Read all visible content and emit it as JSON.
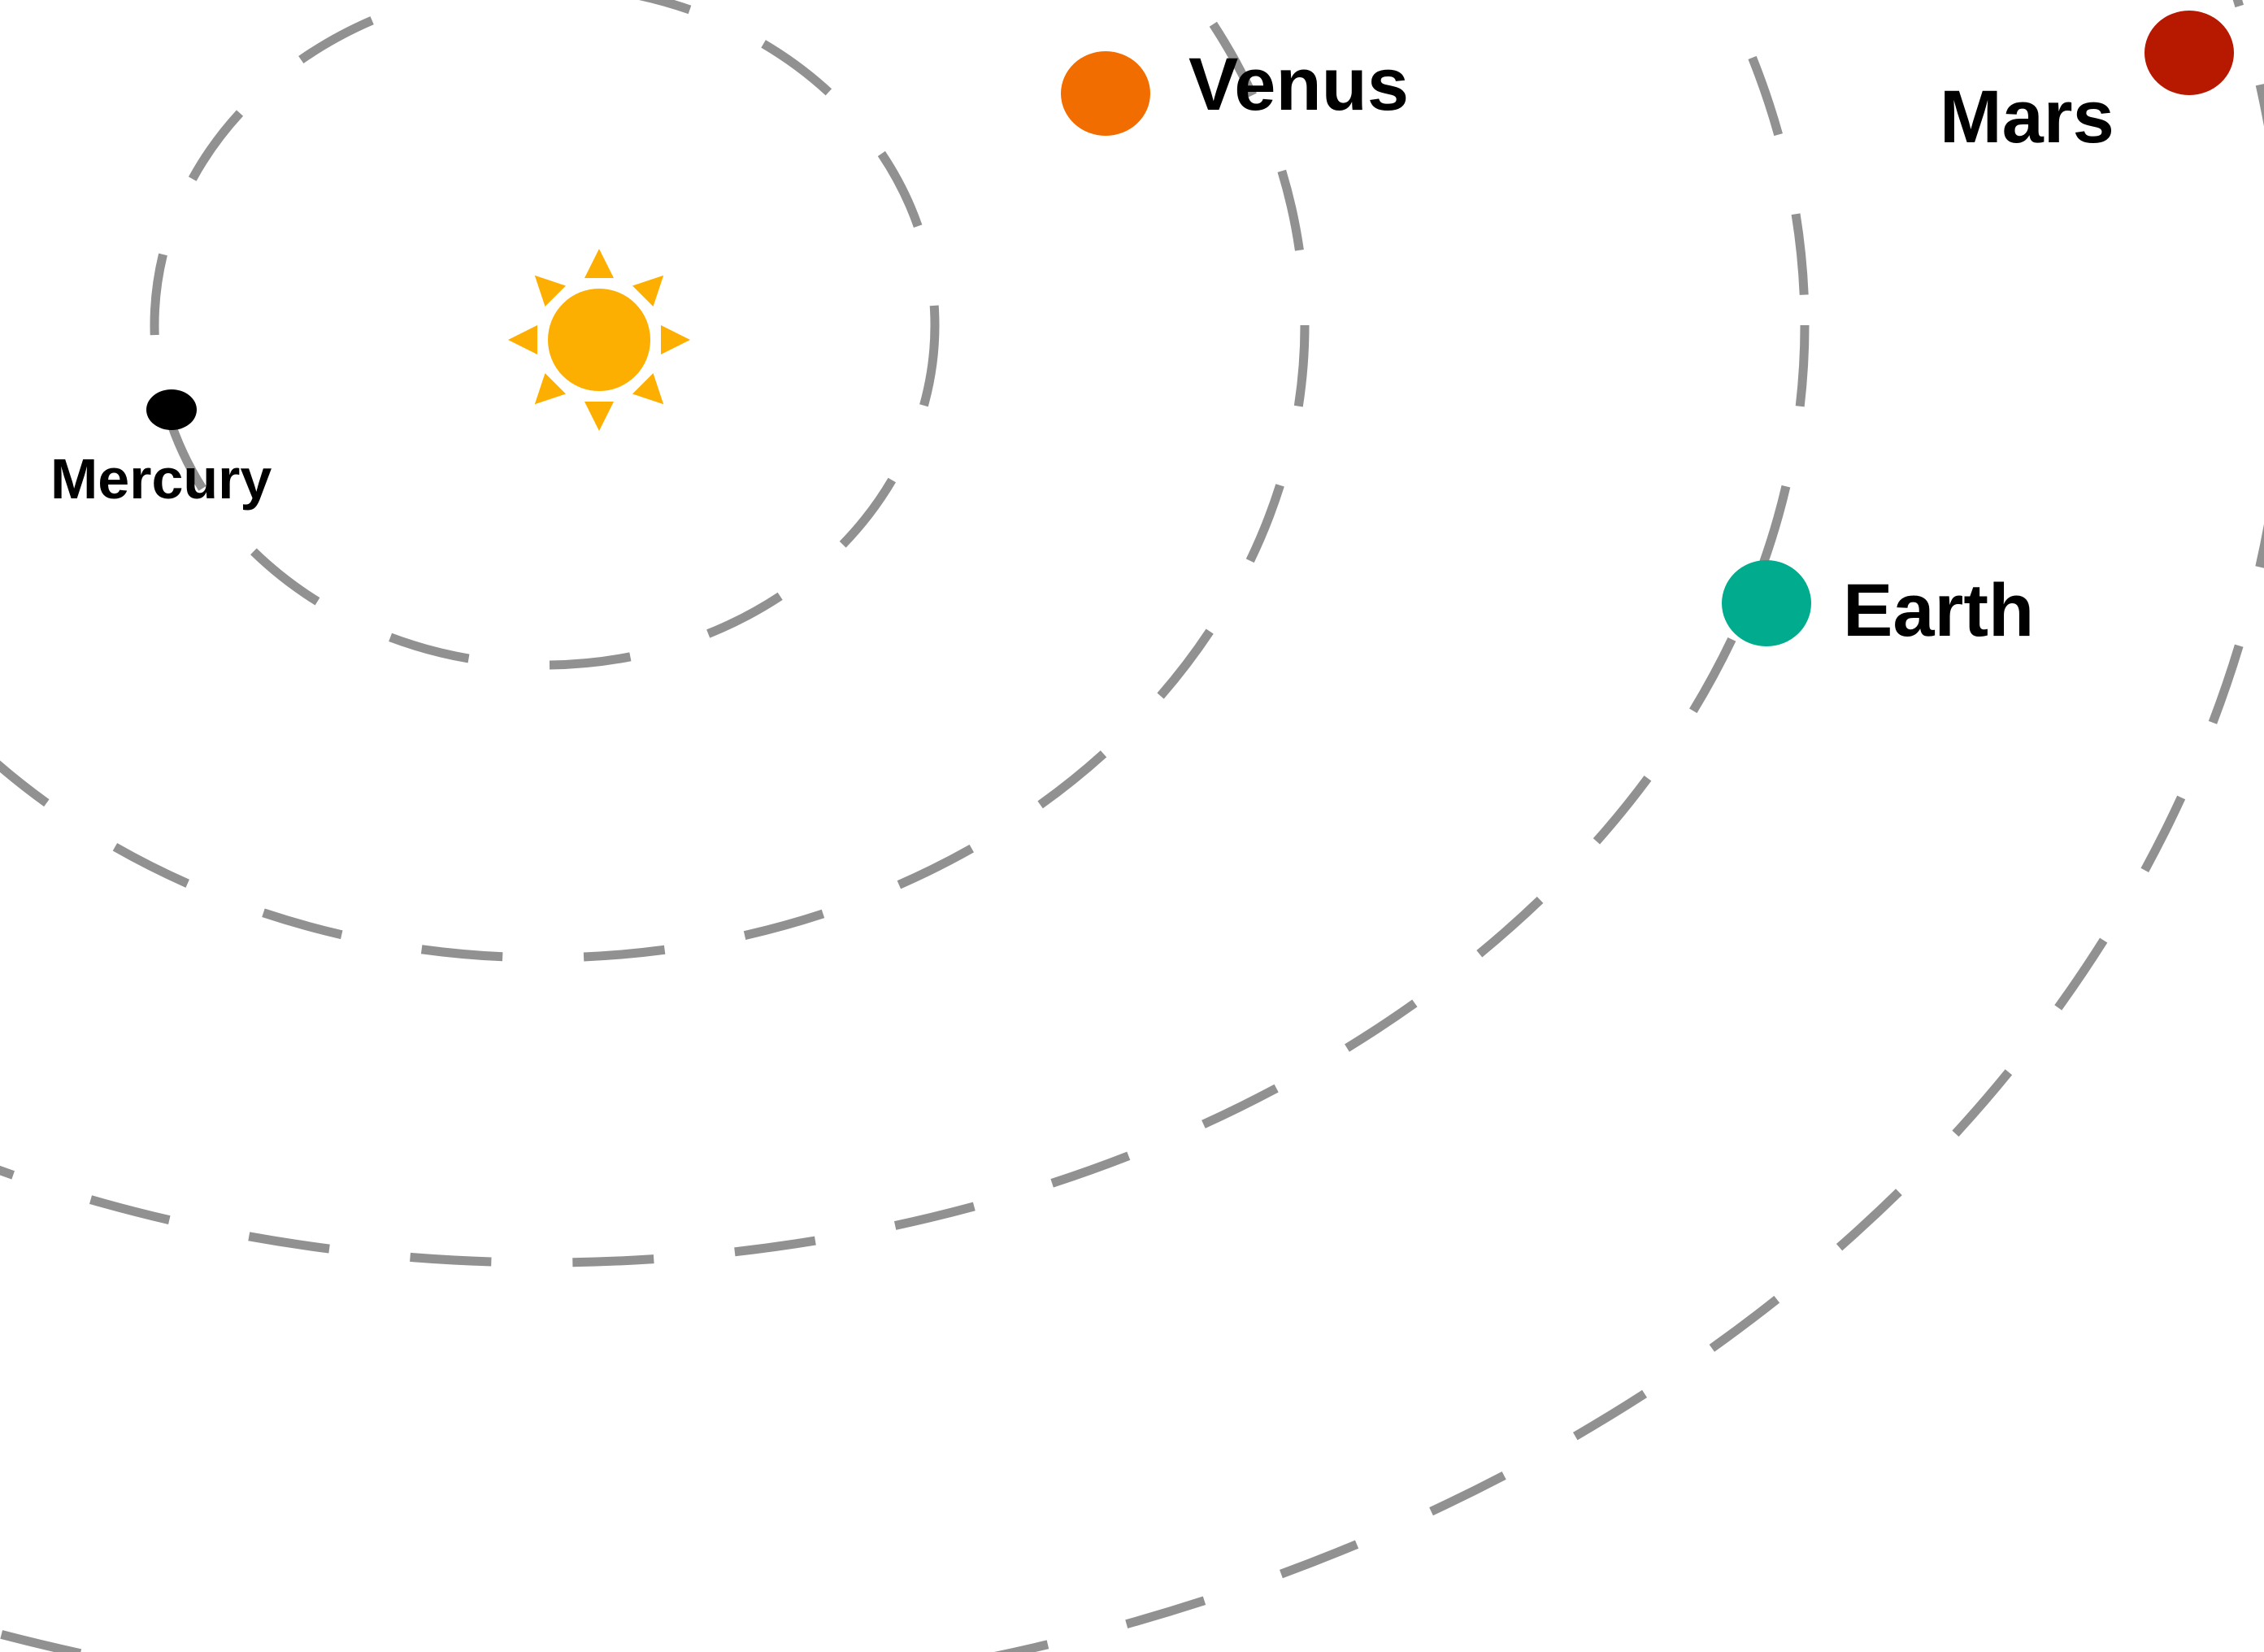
{
  "planets": {
    "mercury": {
      "label": "Mercury",
      "color": "#000000"
    },
    "venus": {
      "label": "Venus",
      "color": "#f26d00"
    },
    "earth": {
      "label": "Earth",
      "color": "#00ab8e"
    },
    "mars": {
      "label": "Mars",
      "color": "#b71800"
    }
  },
  "sun": {
    "color": "#fcaf01",
    "ray_color": "#fcaf01"
  },
  "colors": {
    "orbit": "#919191",
    "background": "#ffffff",
    "text": "#000000"
  }
}
